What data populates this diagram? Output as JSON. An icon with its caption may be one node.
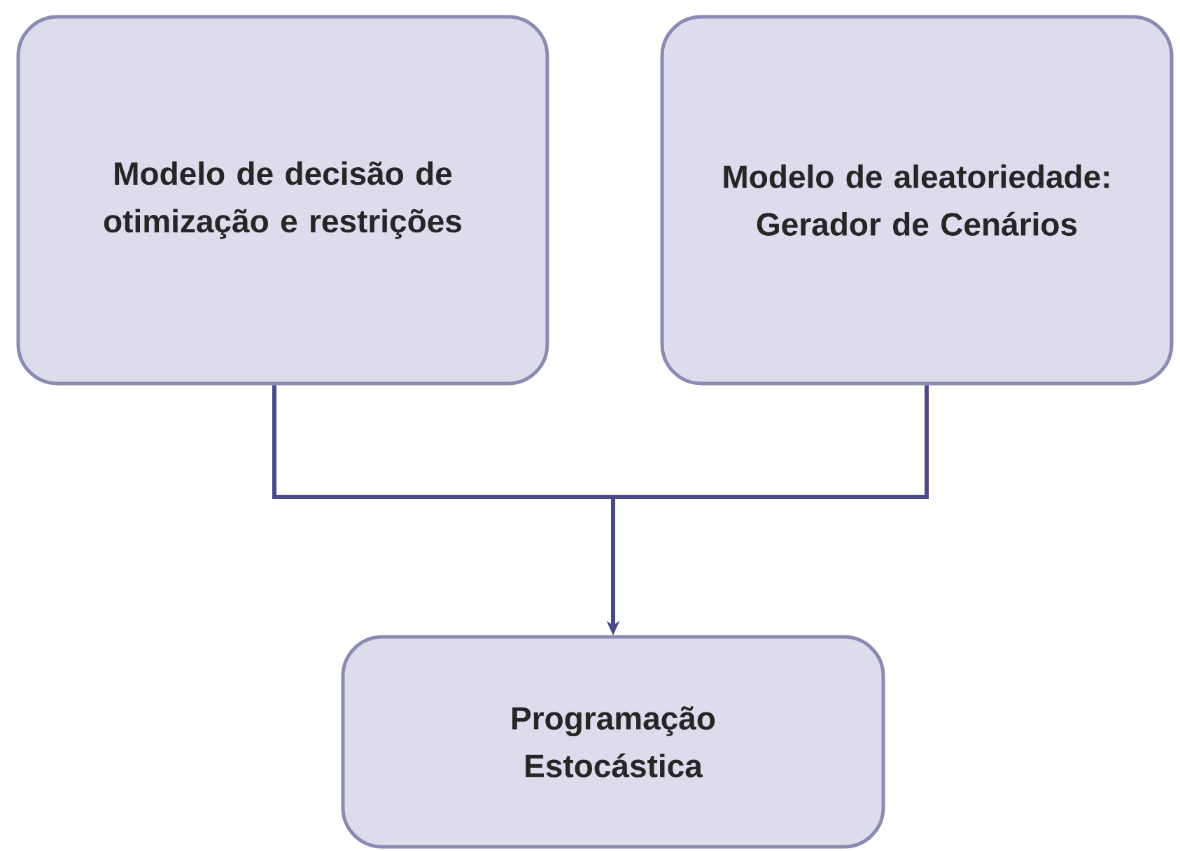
{
  "diagram": {
    "nodes": [
      {
        "text": [
          "Modelo de decisão de otimização e restrições"
        ]
      },
      {
        "text": [
          "Modelo de aleatoriedade: Gerador de Cenários"
        ]
      },
      {
        "text": [
          "Programação Estocástica"
        ]
      }
    ],
    "edges": [
      {
        "from": 0,
        "to": 2,
        "arrow": "to"
      },
      {
        "from": 1,
        "to": 2,
        "arrow": "to"
      }
    ]
  }
}
